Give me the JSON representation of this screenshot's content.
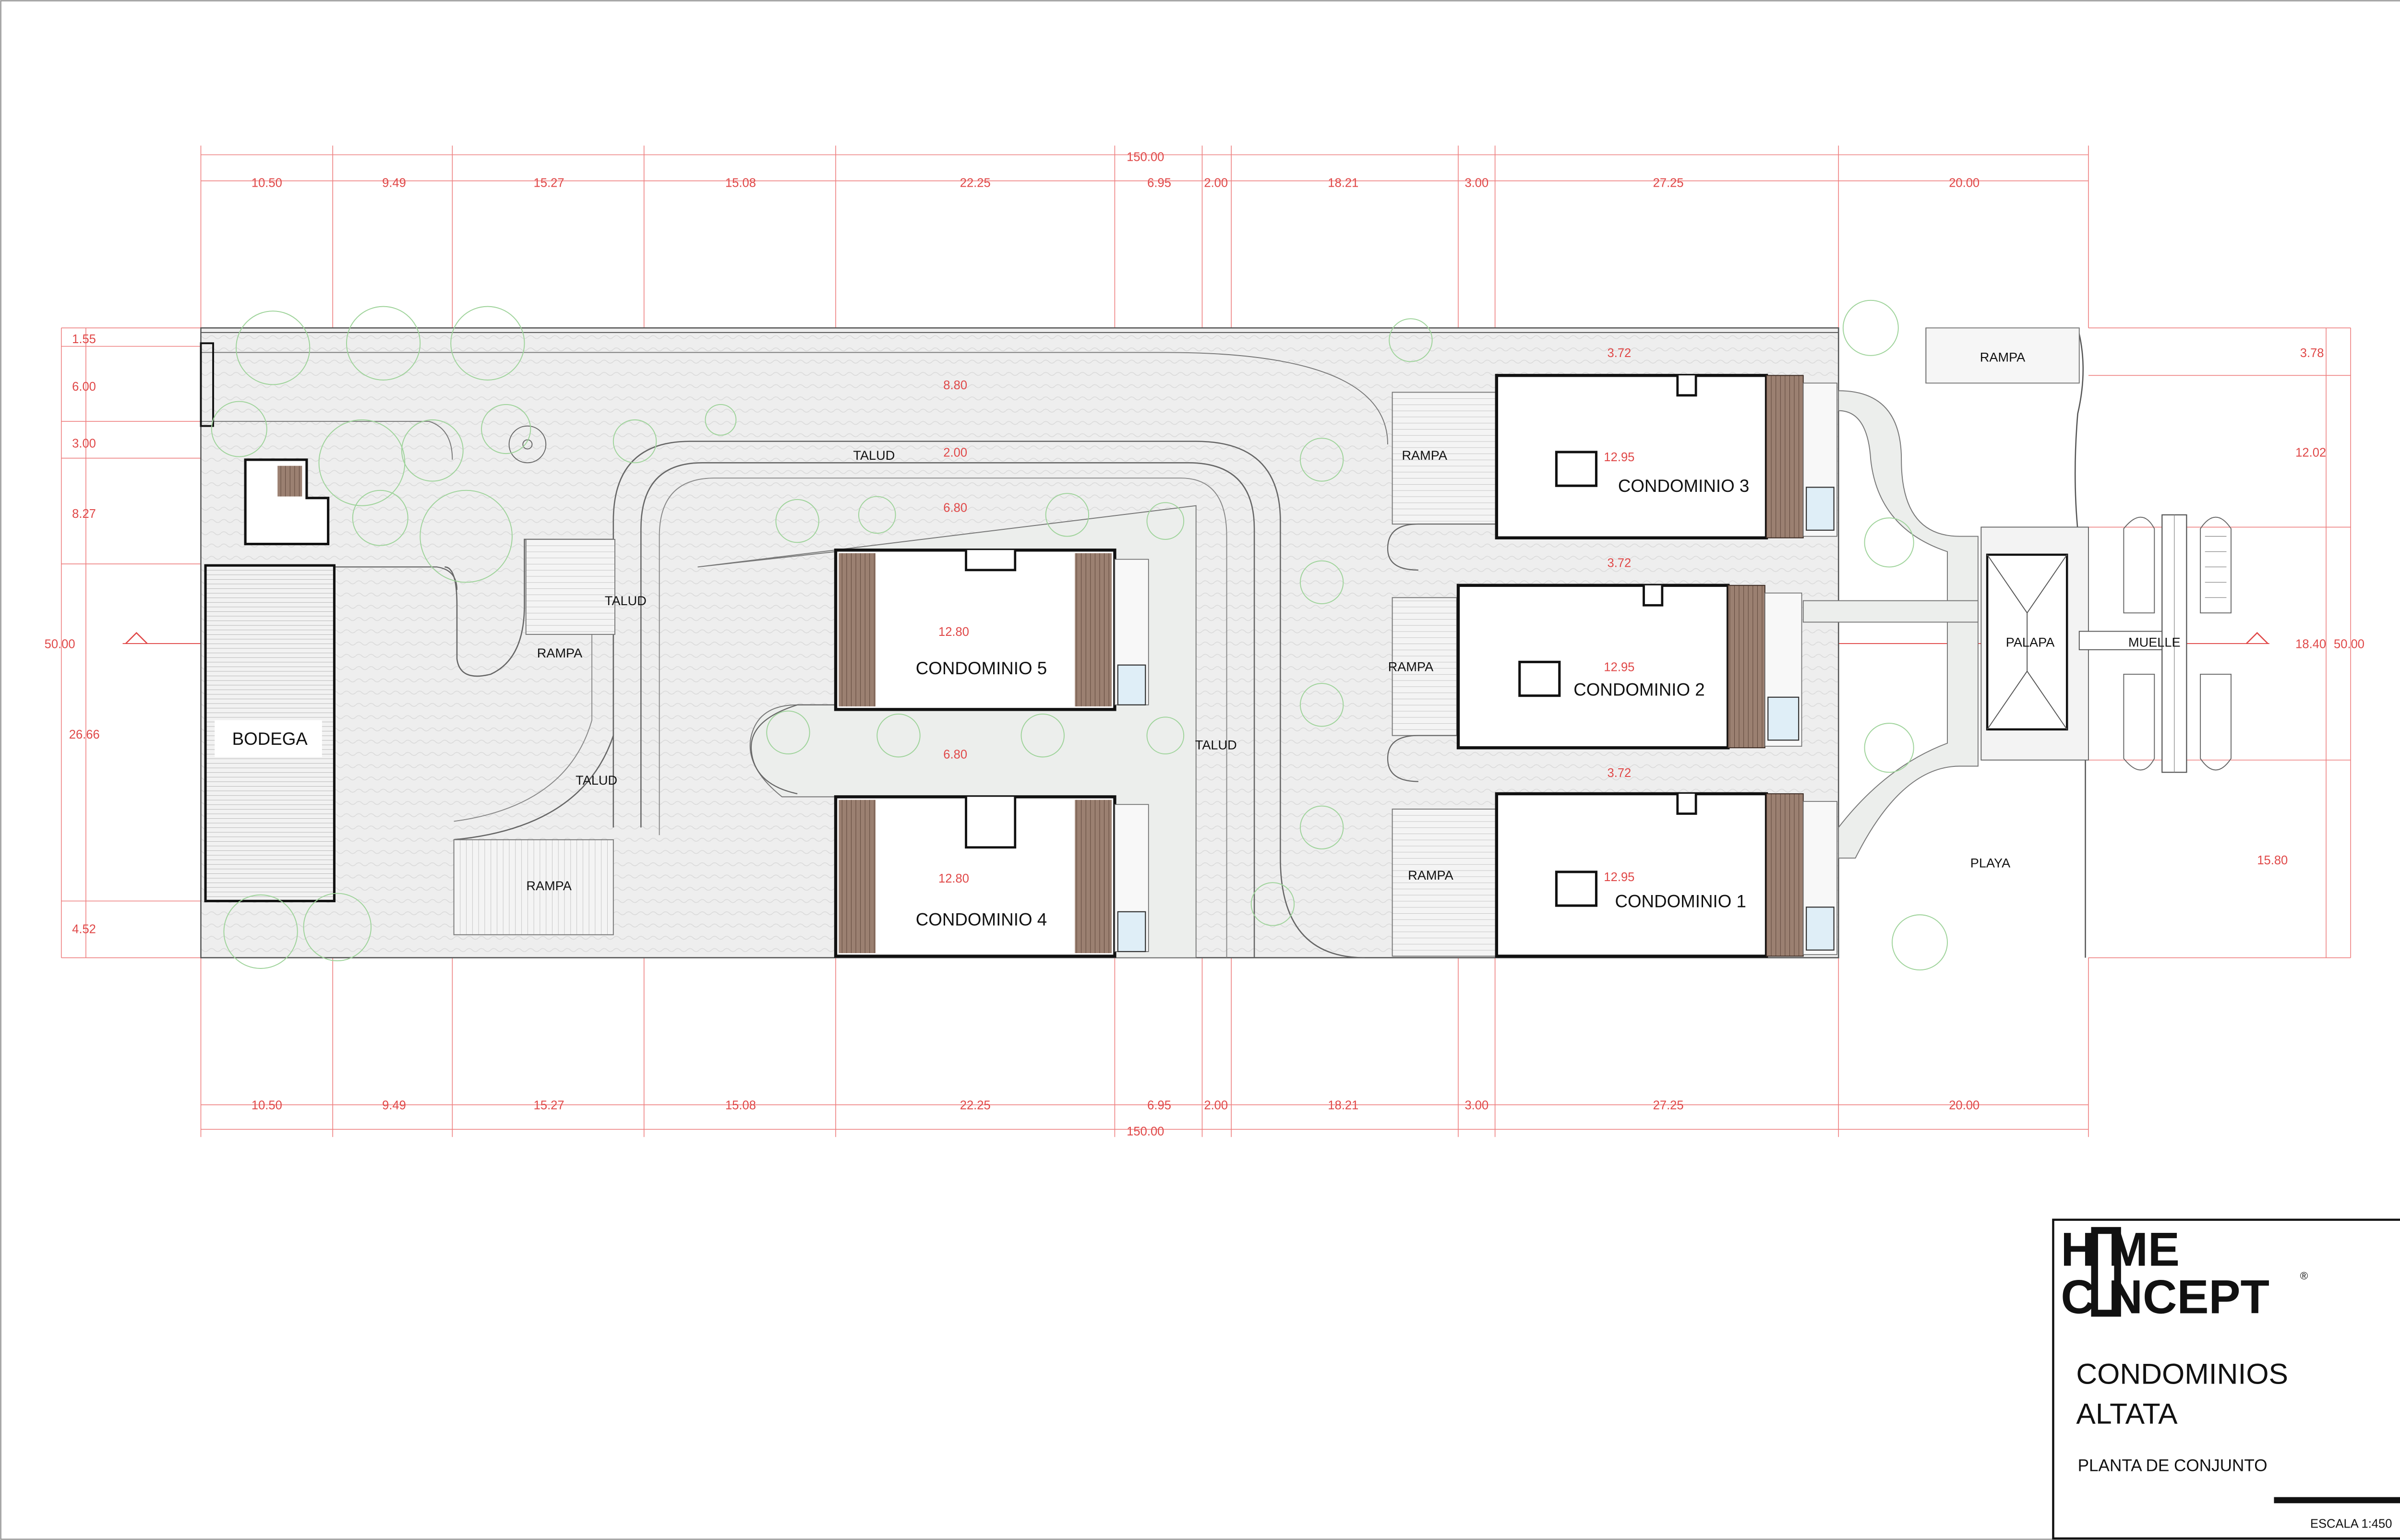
{
  "plan": {
    "dims_top": [
      "10.50",
      "9.49",
      "15.27",
      "15.08",
      "22.25",
      "6.95",
      "2.00",
      "18.21",
      "3.00",
      "27.25",
      "20.00"
    ],
    "dims_bottom": [
      "10.50",
      "9.49",
      "15.27",
      "15.08",
      "22.25",
      "6.95",
      "2.00",
      "18.21",
      "3.00",
      "27.25",
      "20.00"
    ],
    "overall_top": "150.00",
    "overall_bottom": "150.00",
    "dims_left": [
      "1.55",
      "6.00",
      "3.00",
      "8.27",
      "50.00",
      "26.66",
      "4.52"
    ],
    "dims_right": [
      "3.78",
      "12.02",
      "18.40",
      "50.00",
      "15.80"
    ],
    "inner_dims": {
      "d_880": "8.80",
      "d_200": "2.00",
      "d_680a": "6.80",
      "d_1280a": "12.80",
      "d_680b": "6.80",
      "d_1280b": "12.80",
      "d_372a": "3.72",
      "d_1295a": "12.95",
      "d_372b": "3.72",
      "d_1295b": "12.95",
      "d_372c": "3.72",
      "d_1295c": "12.95"
    },
    "buildings": {
      "c1": "CONDOMINIO 1",
      "c2": "CONDOMINIO 2",
      "c3": "CONDOMINIO 3",
      "c4": "CONDOMINIO 4",
      "c5": "CONDOMINIO 5",
      "bodega": "BODEGA"
    },
    "labels": {
      "talud_top": "TALUD",
      "talud_left1": "TALUD",
      "talud_left2": "TALUD",
      "talud_center": "TALUD",
      "rampa_left_upper": "RAMPA",
      "rampa_left_lower": "RAMPA",
      "rampa_r1": "RAMPA",
      "rampa_r2": "RAMPA",
      "rampa_r3": "RAMPA",
      "rampa_top_right": "RAMPA",
      "palapa": "PALAPA",
      "muelle": "MUELLE",
      "playa": "PLAYA"
    }
  },
  "title_block": {
    "logo_line1": "H ME",
    "logo_line2": "C NCEPT",
    "registered": "®",
    "project_line1": "CONDOMINIOS",
    "project_line2": "ALTATA",
    "drawing_title": "PLANTA DE CONJUNTO",
    "scale": "ESCALA 1:450"
  },
  "colors": {
    "dimension": "#e04848",
    "ink": "#111111",
    "vegetation": "#9ed39a",
    "deck": "#9b8071"
  }
}
